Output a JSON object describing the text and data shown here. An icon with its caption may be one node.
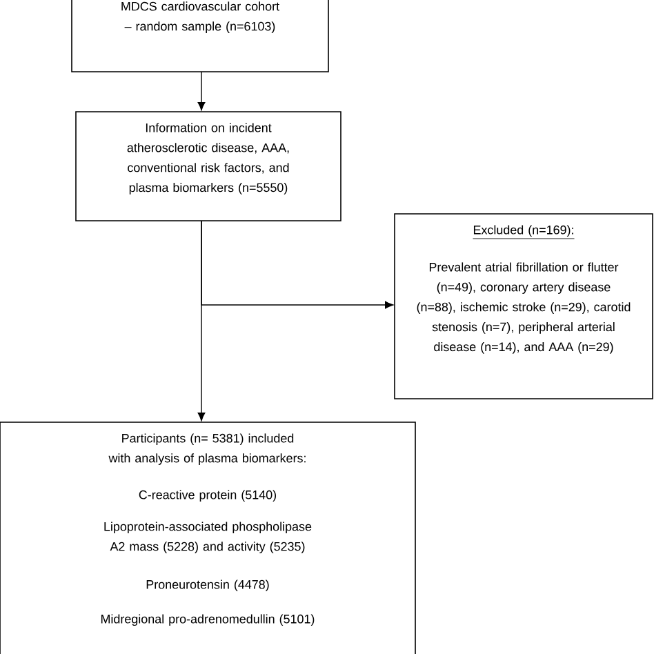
{
  "diagram": {
    "nodes": [
      {
        "text": [
          "MDCS cardiovascular cohort – random sample (n=6103)"
        ]
      },
      {
        "text": [
          "Information on incident atherosclerotic disease, AAA, conventional risk factors, and plasma biomarkers (n=5550)"
        ]
      },
      {
        "text": [
          "Excluded (n=169):",
          "Prevalent atrial fibrillation or flutter (n=49), coronary artery disease (n=88), ischemic stroke (n=29), carotid stenosis (n=7), peripheral arterial disease (n=14), and AAA (n=29)"
        ]
      },
      {
        "text": [
          "Participants (n= 5381) included with analysis of plasma biomarkers:",
          "C-reactive protein (5140)",
          "Lipoprotein-associated phospholipase A2 mass (5228) and activity (5235)",
          "Proneurotensin (4478)",
          "Midregional pro-adrenomedullin (5101)"
        ]
      }
    ],
    "edges": [
      {
        "from": 0,
        "to": 1,
        "arrow": "to"
      },
      {
        "from": 1,
        "to": 3,
        "arrow": "to"
      },
      {
        "from": 1,
        "to": 2,
        "arrow": "to"
      }
    ]
  }
}
